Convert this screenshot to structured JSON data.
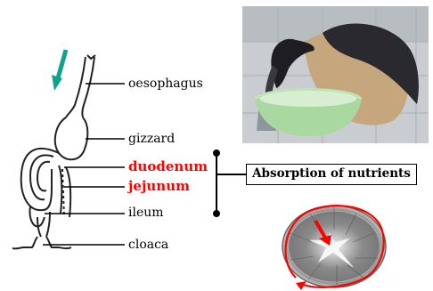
{
  "labels": {
    "oesophagus": "oesophagus",
    "gizzard": "gizzard",
    "duodenum": "duodenum",
    "jejunum": "jejunum",
    "ileum": "ileum",
    "cloaca": "cloaca"
  },
  "absorption_box": "Absorption of nutrients",
  "colors": {
    "arrow_teal": "#13a090",
    "highlight_red": "#ff0000",
    "bowl_green": "#a9d8a0"
  }
}
